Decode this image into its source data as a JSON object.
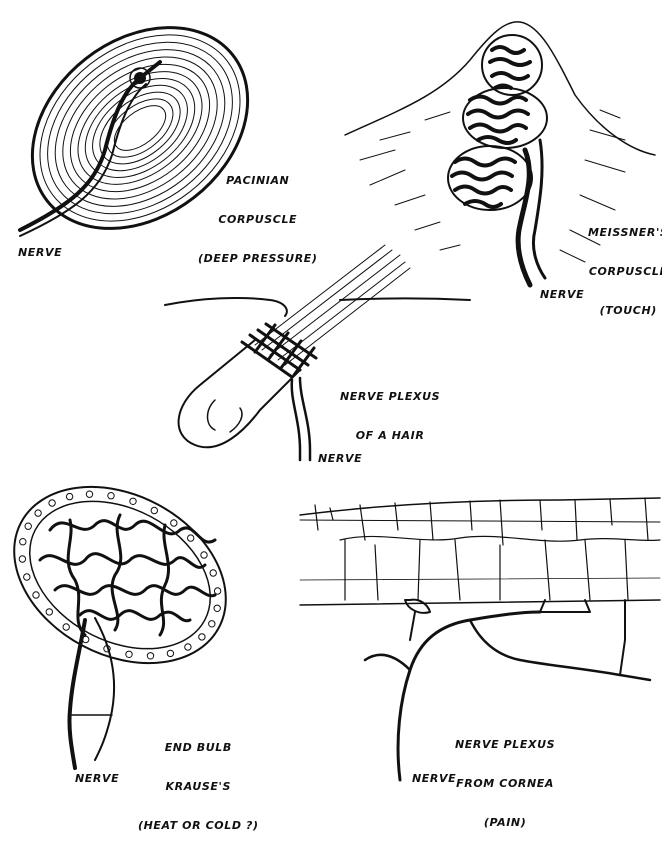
{
  "figures": {
    "pacinian": {
      "lines": [
        "PACINIAN",
        "CORPUSCLE",
        "(DEEP PRESSURE)"
      ],
      "nerve": "NERVE"
    },
    "meissner": {
      "lines": [
        "MEISSNER'S",
        "CORPUSCLE",
        "(TOUCH)"
      ],
      "nerve": "NERVE"
    },
    "hair": {
      "lines": [
        "NERVE PLEXUS",
        "OF A HAIR"
      ],
      "nerve": "NERVE"
    },
    "krause": {
      "lines": [
        "END BULB",
        "KRAUSE'S",
        "(HEAT OR COLD ?)"
      ],
      "nerve": "NERVE"
    },
    "cornea": {
      "lines": [
        "NERVE PLEXUS",
        "FROM CORNEA",
        "(PAIN)"
      ],
      "nerve": "NERVE"
    }
  }
}
